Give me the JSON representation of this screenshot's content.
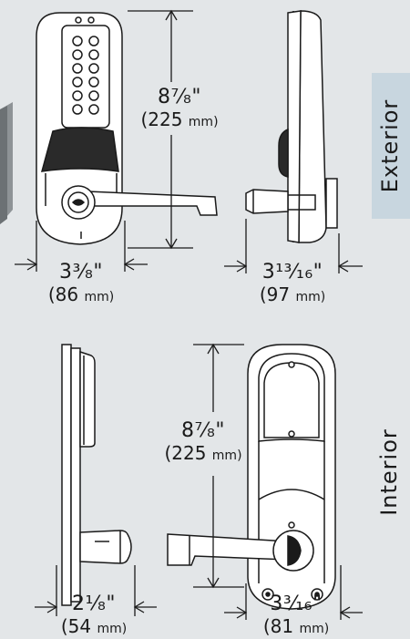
{
  "sections": {
    "exterior": {
      "label": "Exterior"
    },
    "interior": {
      "label": "Interior"
    }
  },
  "dimensions": {
    "exterior_height": {
      "imperial": "8⁷⁄₈\"",
      "metric_value": "(225",
      "metric_unit": "mm)"
    },
    "exterior_width": {
      "imperial": "3³⁄₈\"",
      "metric_value": "(86",
      "metric_unit": "mm)"
    },
    "exterior_depth": {
      "imperial": "3¹³⁄₁₆\"",
      "metric_value": "(97",
      "metric_unit": "mm)"
    },
    "interior_height": {
      "imperial": "8⁷⁄₈\"",
      "metric_value": "(225",
      "metric_unit": "mm)"
    },
    "interior_depth": {
      "imperial": "2¹⁄₈\"",
      "metric_value": "(54",
      "metric_unit": "mm)"
    },
    "interior_width": {
      "imperial": "3³⁄₁₆\"",
      "metric_value": "(81",
      "metric_unit": "mm)"
    }
  },
  "colors": {
    "background": "#e3e6e8",
    "tab": "#c8d6df",
    "line": "#1a1a1a",
    "body": "#ffffff",
    "dark_band": "#2a2a2a"
  }
}
